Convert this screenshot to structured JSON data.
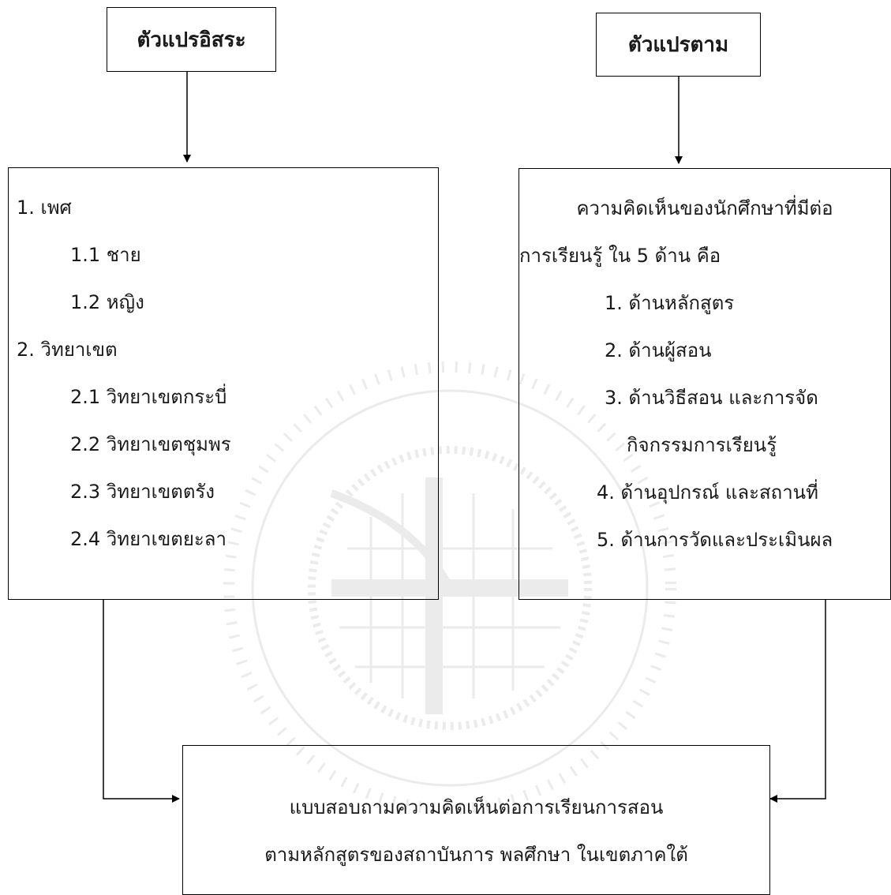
{
  "independent": {
    "title": "ตัวแปรอิสระ",
    "items": [
      "1.  เพศ",
      "1.1 ชาย",
      "1.2 หญิง",
      "2.  วิทยาเขต",
      "2.1 วิทยาเขตกระบี่",
      "2.2 วิทยาเขตชุมพร",
      "2.3 วิทยาเขตตรัง",
      "2.4 วิทยาเขตยะลา"
    ]
  },
  "dependent": {
    "title": "ตัวแปรตาม",
    "intro_line1": "ความคิดเห็นของนักศึกษาที่มีต่อ",
    "intro_line2": "การเรียนรู้ ใน 5 ด้าน คือ",
    "items": [
      "1. ด้านหลักสูตร",
      "2. ด้านผู้สอน",
      "3. ด้านวิธีสอน และการจัด",
      "กิจกรรมการเรียนรู้",
      "4. ด้านอุปกรณ์ และสถานที่",
      "5. ด้านการวัดและประเมินผล"
    ]
  },
  "result": {
    "line1": "แบบสอบถามความคิดเห็นต่อการเรียนการสอน",
    "line2": "ตามหลักสูตรของสถาบันการ พลศึกษา ในเขตภาคใต้"
  },
  "colors": {
    "line": "#000000",
    "watermark": "#8a8a8a"
  }
}
